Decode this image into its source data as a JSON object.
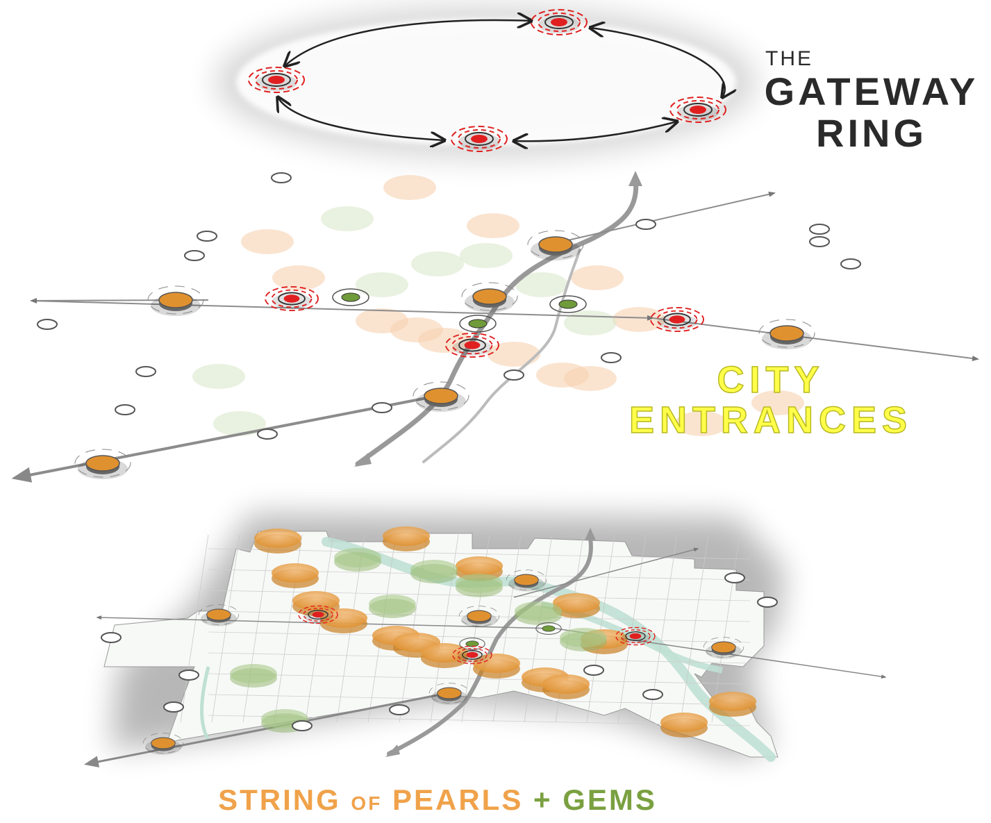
{
  "title": {
    "the": "THE",
    "line1": "GATEWAY",
    "line2": "RING"
  },
  "city": {
    "line1": "CITY",
    "line2": "ENTRANCES"
  },
  "caption": {
    "part1": "STRING",
    "part2": "OF",
    "part3": "PEARLS",
    "plus": "+",
    "part4": "GEMS"
  },
  "colors": {
    "pearl": "#e0912f",
    "pearl_faint": "#f6d2b0",
    "gem": "#6f9b3a",
    "gem_faint": "#dbe8cc",
    "gateway": "#e02020",
    "road": "#9a9a9a",
    "river": "#bfe0d4",
    "city_text": "#ffff4a",
    "caption_orange": "#f0a24a",
    "caption_green": "#7aa040"
  }
}
